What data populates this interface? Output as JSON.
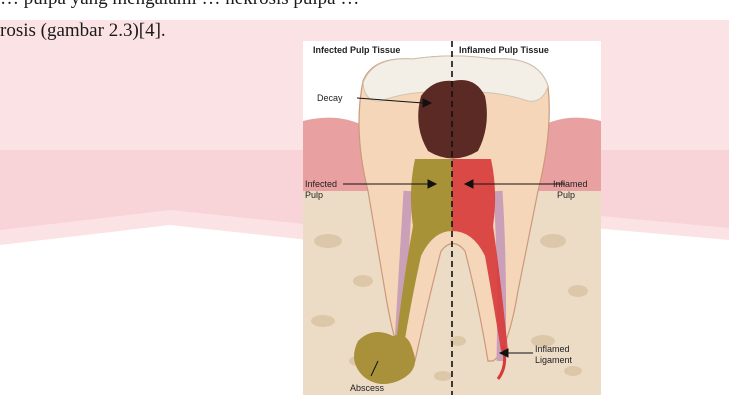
{
  "document": {
    "cut_line": "… pulpa yang mengalami … nekrosis pulpa …",
    "caption_line": "rosis (gambar 2.3)[4]."
  },
  "figure": {
    "headers": {
      "left": "Infected Pulp Tissue",
      "right": "Inflamed Pulp Tissue"
    },
    "labels": {
      "decay": "Decay",
      "infected_pulp_1": "Infected",
      "infected_pulp_2": "Pulp",
      "inflamed_pulp_1": "Inflamed",
      "inflamed_pulp_2": "Pulp",
      "inflamed_ligament_1": "Inflamed",
      "inflamed_ligament_2": "Ligament",
      "abscess": "Abscess"
    }
  },
  "colors": {
    "watermark": "#f6c8cc",
    "enamel": "#f4efe6",
    "dentin": "#f6d6b8",
    "gum": "#e8a0a0",
    "bone": "#ecdcc6",
    "decay": "#5c2a24",
    "infected_pulp": "#a89238",
    "inflamed_pulp": "#d83a3a"
  }
}
